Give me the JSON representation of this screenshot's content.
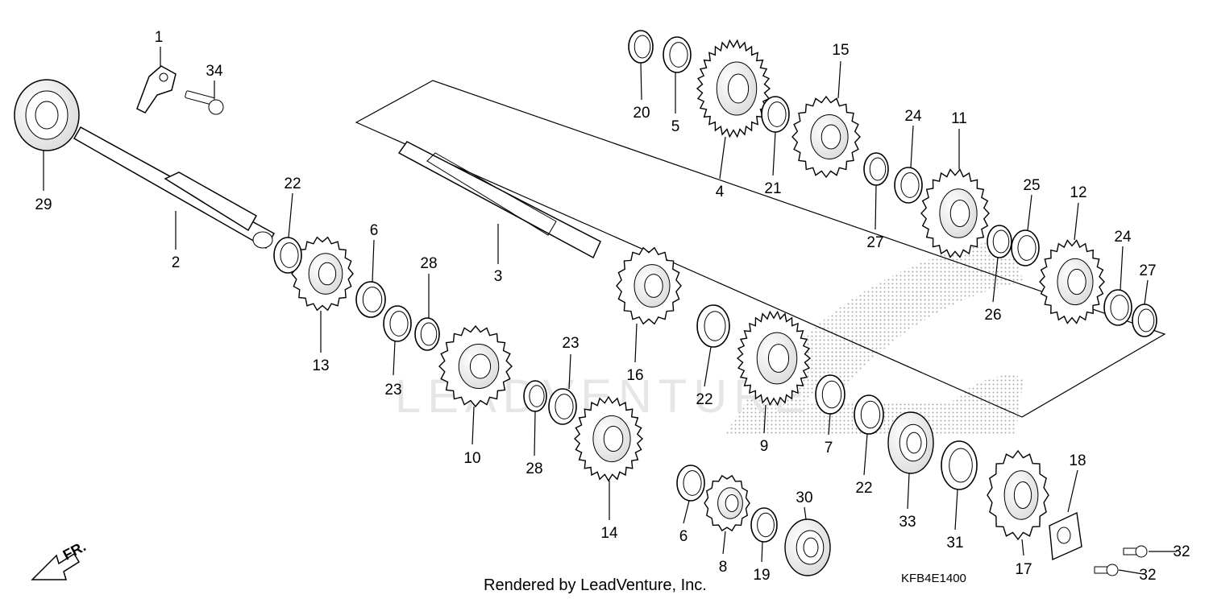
{
  "footer": {
    "rendered_by": "Rendered by LeadVenture, Inc.",
    "diagram_code": "KFB4E1400"
  },
  "direction_marker": {
    "label": "FR."
  },
  "watermark": {
    "text": "LEADVENTURE"
  },
  "callouts": [
    {
      "id": "c1",
      "label": "1"
    },
    {
      "id": "c34",
      "label": "34"
    },
    {
      "id": "c29",
      "label": "29"
    },
    {
      "id": "c2",
      "label": "2"
    },
    {
      "id": "c22a",
      "label": "22"
    },
    {
      "id": "c6a",
      "label": "6"
    },
    {
      "id": "c28a",
      "label": "28"
    },
    {
      "id": "c3",
      "label": "3"
    },
    {
      "id": "c13",
      "label": "13"
    },
    {
      "id": "c23a",
      "label": "23"
    },
    {
      "id": "c10",
      "label": "10"
    },
    {
      "id": "c28b",
      "label": "28"
    },
    {
      "id": "c23b",
      "label": "23"
    },
    {
      "id": "c16",
      "label": "16"
    },
    {
      "id": "c14",
      "label": "14"
    },
    {
      "id": "c22b",
      "label": "22"
    },
    {
      "id": "c9",
      "label": "9"
    },
    {
      "id": "c7",
      "label": "7"
    },
    {
      "id": "c22c",
      "label": "22"
    },
    {
      "id": "c33",
      "label": "33"
    },
    {
      "id": "c31",
      "label": "31"
    },
    {
      "id": "c17",
      "label": "17"
    },
    {
      "id": "c18",
      "label": "18"
    },
    {
      "id": "c32a",
      "label": "32"
    },
    {
      "id": "c32b",
      "label": "32"
    },
    {
      "id": "c6b",
      "label": "6"
    },
    {
      "id": "c8",
      "label": "8"
    },
    {
      "id": "c19",
      "label": "19"
    },
    {
      "id": "c30",
      "label": "30"
    },
    {
      "id": "c20",
      "label": "20"
    },
    {
      "id": "c5",
      "label": "5"
    },
    {
      "id": "c4",
      "label": "4"
    },
    {
      "id": "c21",
      "label": "21"
    },
    {
      "id": "c15",
      "label": "15"
    },
    {
      "id": "c27a",
      "label": "27"
    },
    {
      "id": "c24a",
      "label": "24"
    },
    {
      "id": "c11",
      "label": "11"
    },
    {
      "id": "c25",
      "label": "25"
    },
    {
      "id": "c26",
      "label": "26"
    },
    {
      "id": "c12",
      "label": "12"
    },
    {
      "id": "c24b",
      "label": "24"
    },
    {
      "id": "c27b",
      "label": "27"
    }
  ]
}
